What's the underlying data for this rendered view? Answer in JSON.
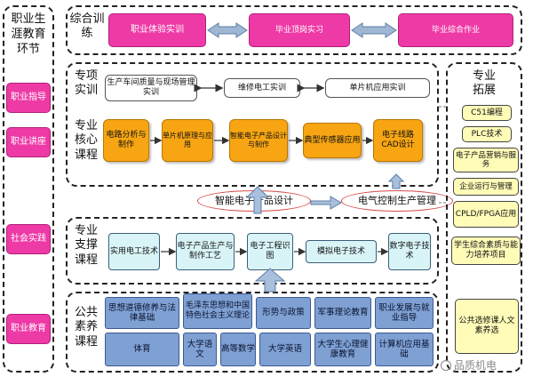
{
  "left": {
    "title": "职业生涯教育环节",
    "items": [
      "职业指导",
      "职业讲座",
      "社会实践",
      "职业教育"
    ]
  },
  "rows": {
    "zonghe": {
      "title": "综合训练",
      "items": [
        "职业体验实训",
        "毕业顶岗实习",
        "毕业综合作业"
      ]
    },
    "zhuanxiang": {
      "title": "专项实训",
      "items": [
        "生产车间质量与现场管理实训",
        "维修电工实训",
        "单片机应用实训"
      ]
    },
    "hexin": {
      "title": "专业核心课程",
      "items": [
        "电路分析与制作",
        "单片机原理与应用",
        "智能电子产品设计与制作",
        "典型传感器应用",
        "电子线路CAD设计"
      ]
    },
    "zhicheng": {
      "title": "专业支撑课程",
      "items": [
        "实用电工技术",
        "电子产品生产与制作工艺",
        "电子工程识图",
        "模拟电子技术",
        "数字电子技术"
      ]
    },
    "gonggong": {
      "title": "公共素养课程",
      "row1": [
        "思想道德修养与法律基础",
        "毛泽东思想和中国特色社会主义理论",
        "形势与政策",
        "军事理论教育",
        "职业发展与就业指导"
      ],
      "row2": [
        "体育",
        "大学语文",
        "高等数学",
        "大学英语",
        "大学生心理健康教育",
        "计算机应用基础"
      ]
    }
  },
  "ovals": [
    "智能电子产品设计",
    "电气控制生产管理"
  ],
  "right": {
    "title": "专业拓展",
    "items": [
      "C51编程",
      "PLC技术",
      "电子产品营销与服务",
      "企业运行与管理",
      "CPLD/FPGA应用",
      "学生综合素质与能力培养项目",
      "公共选修课人文素养选"
    ]
  },
  "watermark": "品质机电",
  "colors": {
    "pink": "#ee3aa6",
    "orange": "#f7a513",
    "cyan": "#d9f4f7",
    "blue": "#7fa0d3",
    "yellow": "#fffcb8",
    "oval_border": "#d64a4a"
  }
}
